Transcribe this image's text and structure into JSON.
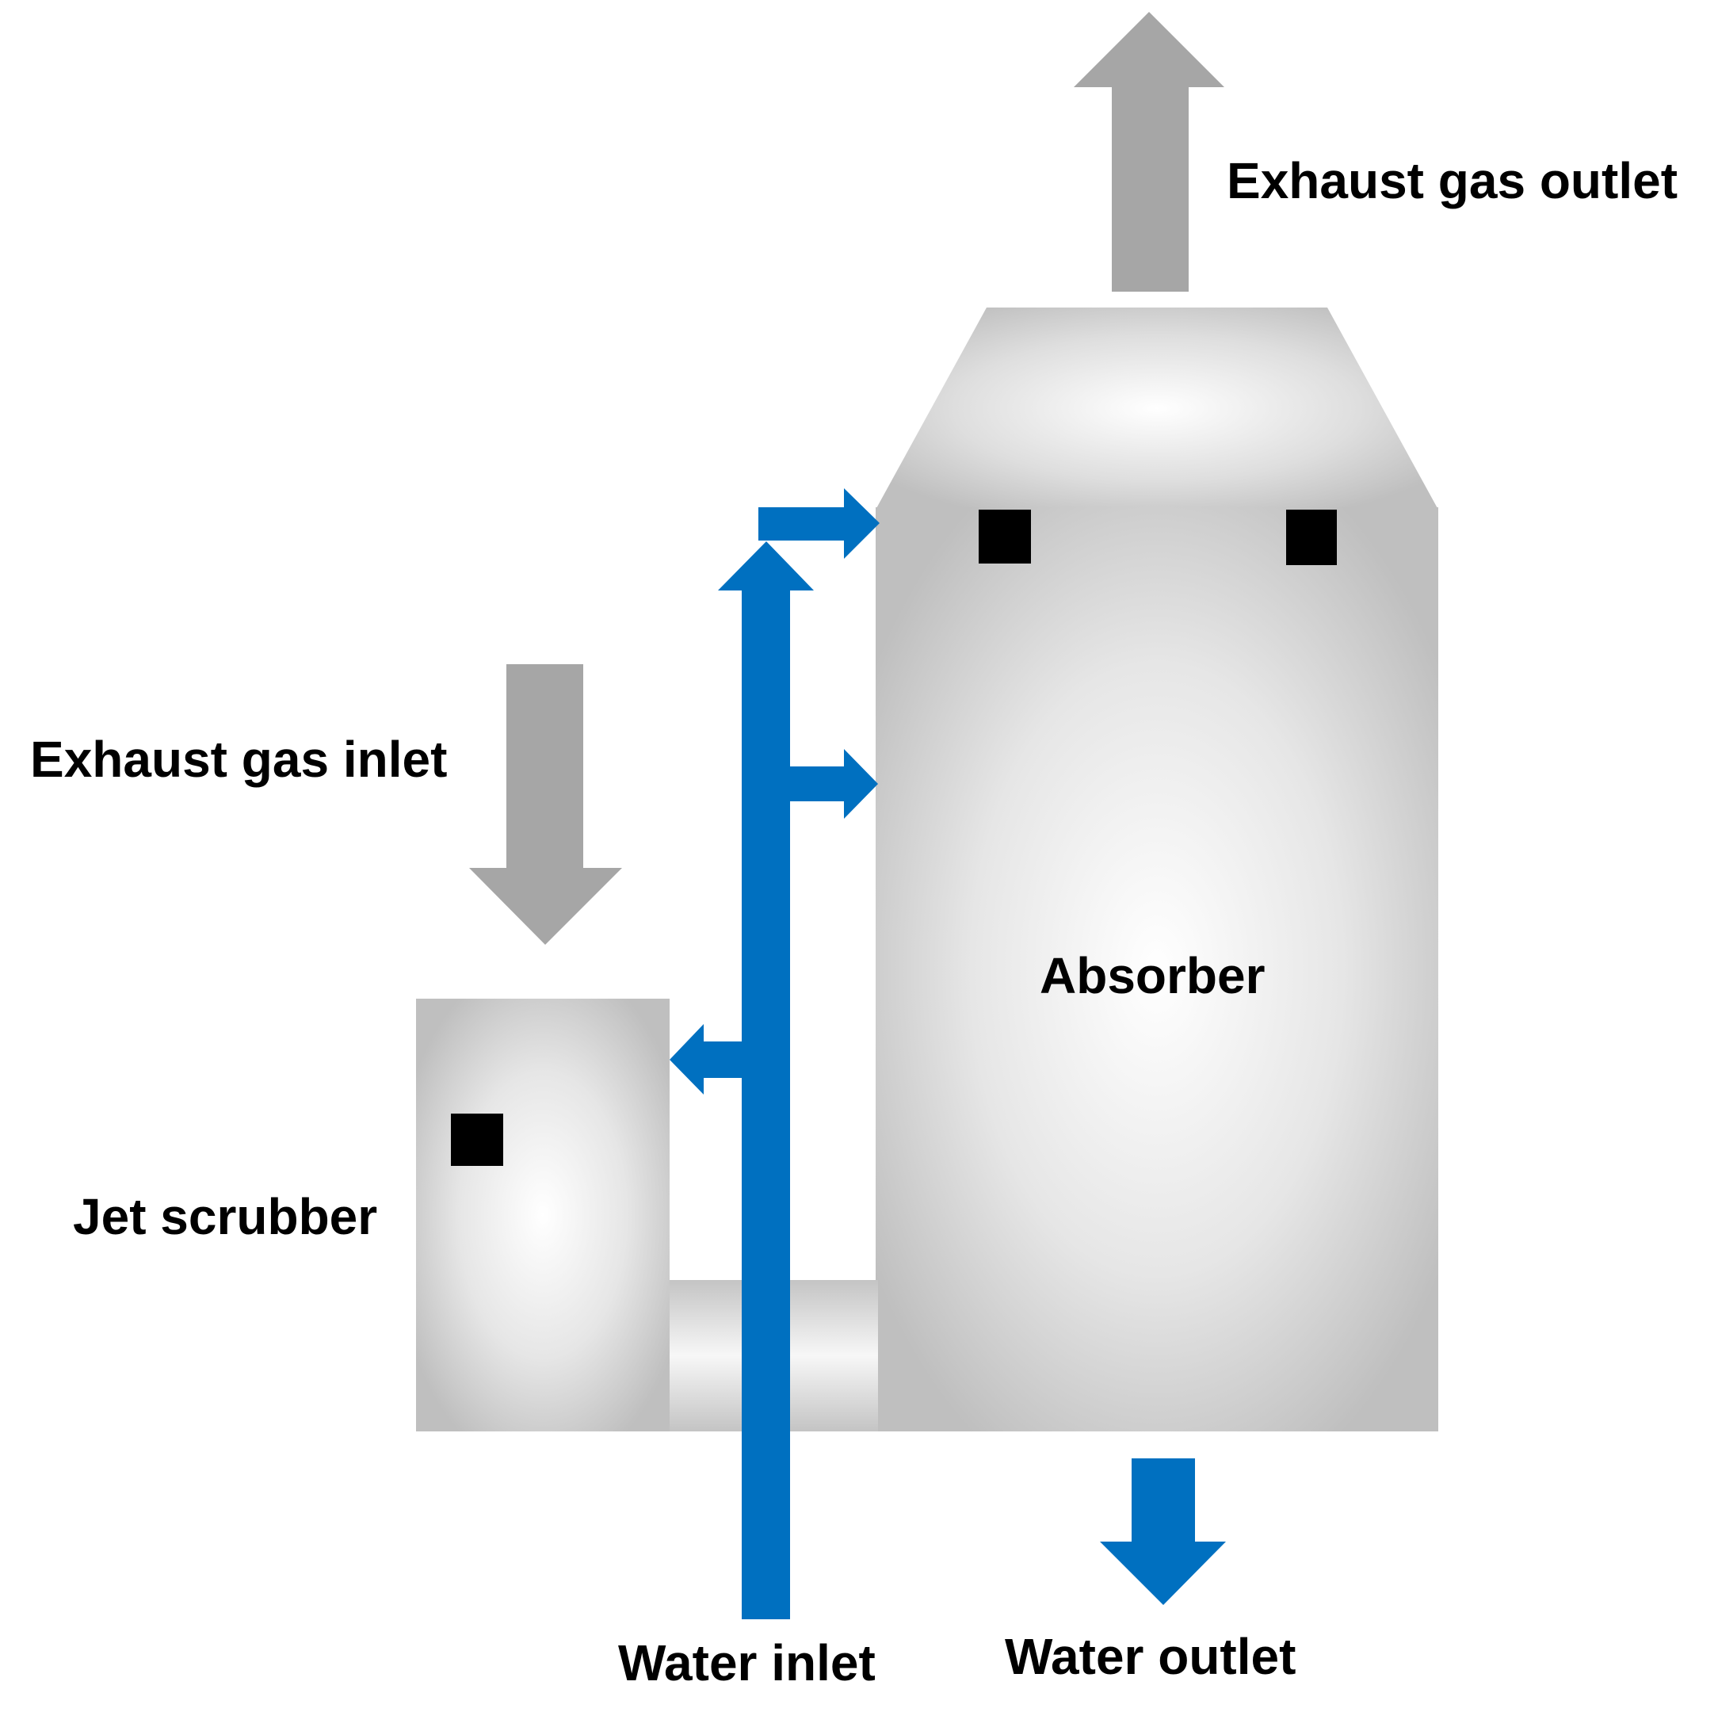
{
  "labels": {
    "exhaust_gas_outlet": "Exhaust gas outlet",
    "exhaust_gas_inlet": "Exhaust gas inlet",
    "absorber": "Absorber",
    "jet_scrubber": "Jet scrubber",
    "water_inlet": "Water inlet",
    "water_outlet": "Water outlet"
  },
  "colors": {
    "water": "#0070c0",
    "gas": "#a6a6a6",
    "vessel_edge": "#bfbfbf",
    "vessel_center": "#ffffff",
    "nozzle": "#000000"
  }
}
